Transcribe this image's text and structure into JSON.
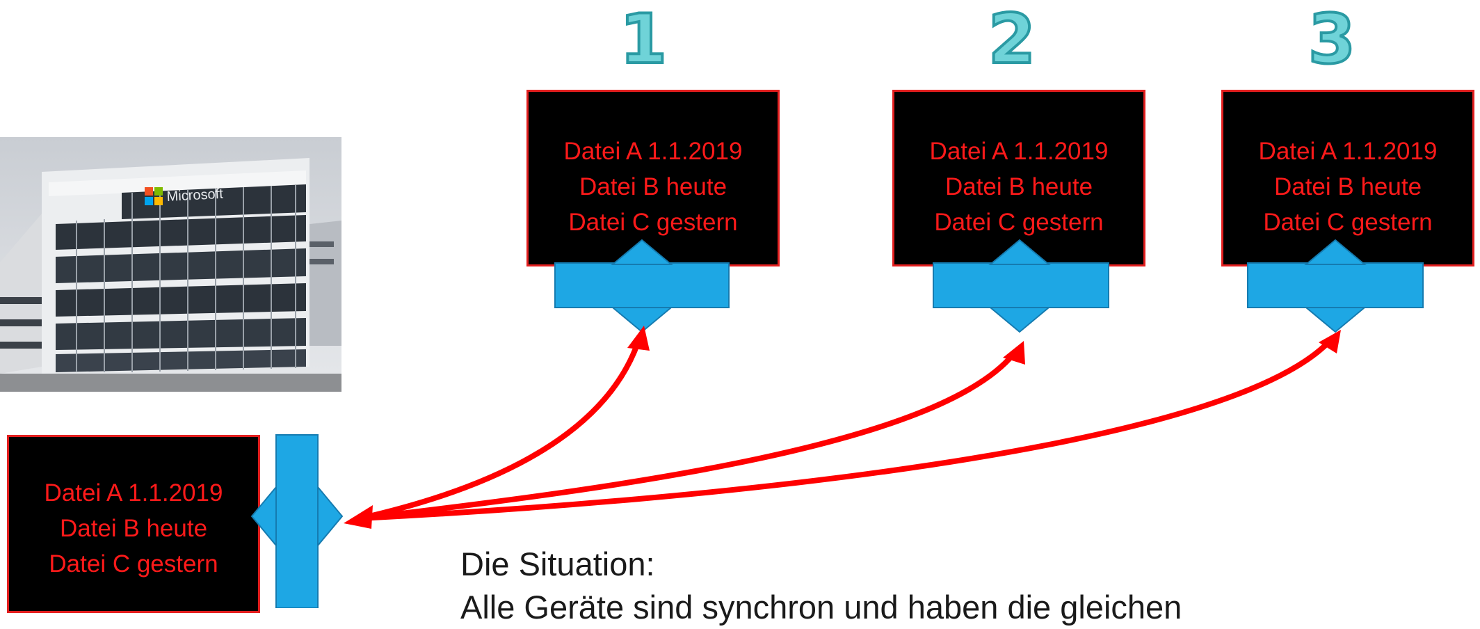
{
  "devices": [
    {
      "number": "1",
      "lines": [
        "Datei A 1.1.2019",
        "Datei B heute",
        "Datei C gestern"
      ]
    },
    {
      "number": "2",
      "lines": [
        "Datei A 1.1.2019",
        "Datei B heute",
        "Datei C gestern"
      ]
    },
    {
      "number": "3",
      "lines": [
        "Datei A 1.1.2019",
        "Datei B heute",
        "Datei C gestern"
      ]
    }
  ],
  "server": {
    "lines": [
      "Datei A 1.1.2019",
      "Datei B heute",
      "Datei C gestern"
    ]
  },
  "caption": {
    "line1": "Die Situation:",
    "line2": "Alle Geräte sind synchron und haben die gleichen"
  },
  "photo": {
    "sign_text": "Microsoft"
  },
  "colors": {
    "box_bg": "#000000",
    "text": "#ff1a1a",
    "arrow": "#ff0000",
    "connector": "#1ea7e4",
    "number": "#6fd3d8"
  }
}
